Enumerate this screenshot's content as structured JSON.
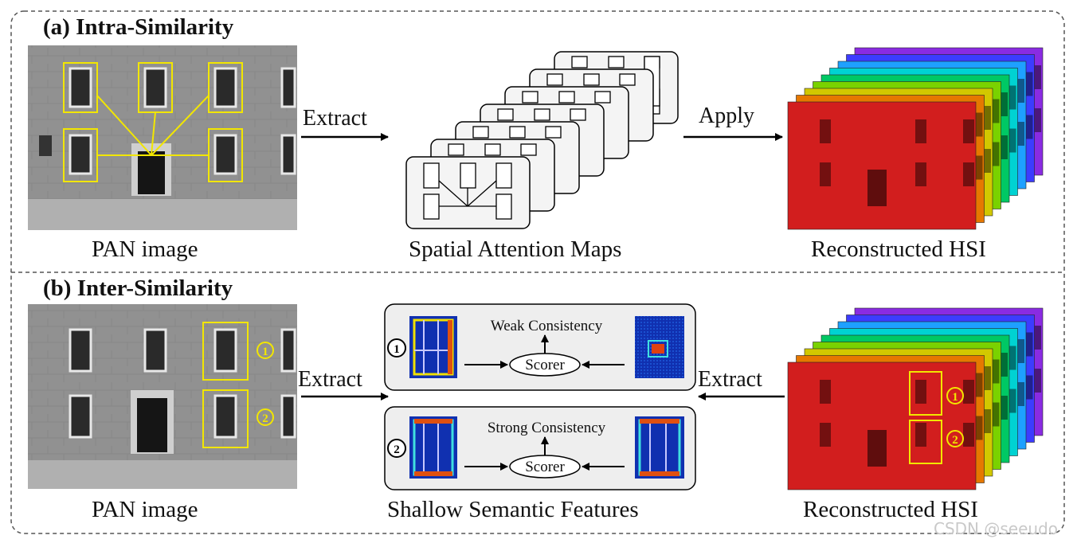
{
  "section_a": {
    "title": "(a) Intra-Similarity",
    "pan_caption": "PAN image",
    "maps_caption": "Spatial Attention Maps",
    "hsi_caption": "Reconstructed HSI",
    "extract_label": "Extract",
    "apply_label": "Apply"
  },
  "section_b": {
    "title": "(b) Inter-Similarity",
    "pan_caption": "PAN image",
    "features_caption": "Shallow Semantic Features",
    "hsi_caption": "Reconstructed HSI",
    "extract_left_label": "Extract",
    "extract_right_label": "Extract",
    "pair_1": {
      "marker": "1",
      "consistency": "Weak Consistency",
      "scorer": "Scorer"
    },
    "pair_2": {
      "marker": "2",
      "consistency": "Strong Consistency",
      "scorer": "Scorer"
    }
  },
  "watermark": "CSDN @seeudo",
  "colors": {
    "highlight": "#f2e600",
    "hsi_band_colors": [
      "#8a2be2",
      "#3c3cff",
      "#1ea0ff",
      "#00d2d2",
      "#00c864",
      "#7ad200",
      "#d2c800",
      "#e67800",
      "#d21e1e"
    ],
    "border_dashed": "#555555"
  }
}
